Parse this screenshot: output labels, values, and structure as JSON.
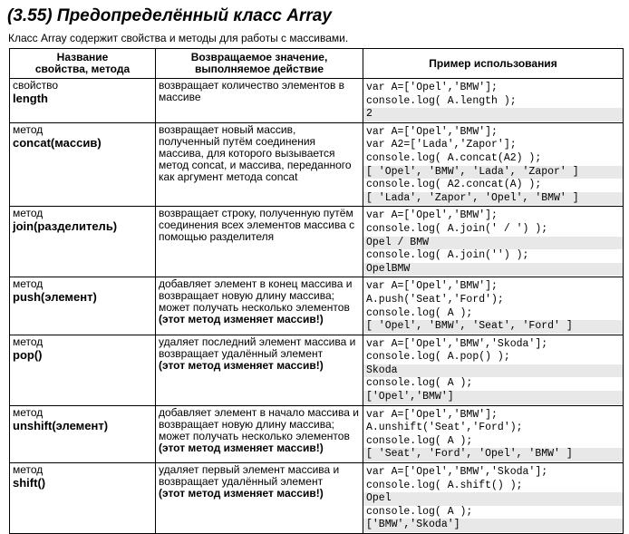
{
  "header": {
    "title": "(3.55) Предопределённый класс Array",
    "subtitle": "Класс Array содержит свойства и методы для работы с массивами."
  },
  "table": {
    "columns": [
      "Название\nсвойства, метода",
      "Возвращаемое значение,\nвыполняемое действие",
      "Пример использования"
    ],
    "rows": [
      {
        "kind": "свойство",
        "name": "length",
        "desc": "возвращает количество элементов в массиве",
        "note": "",
        "lines": [
          {
            "t": "code",
            "v": "var A=['Opel','BMW'];"
          },
          {
            "t": "code",
            "v": "console.log( A.length );"
          },
          {
            "t": "out",
            "v": "2"
          }
        ]
      },
      {
        "kind": "метод",
        "name": "concat(массив)",
        "desc": "возвращает новый массив, полученный путём соединения массива, для которого вызывается метод concat, и массива, переданного как аргумент метода concat",
        "note": "",
        "lines": [
          {
            "t": "code",
            "v": "var A=['Opel','BMW'];"
          },
          {
            "t": "code",
            "v": "var A2=['Lada','Zapor'];"
          },
          {
            "t": "code",
            "v": "console.log( A.concat(A2) );"
          },
          {
            "t": "out",
            "v": "[ 'Opel', 'BMW', 'Lada', 'Zapor' ]"
          },
          {
            "t": "code",
            "v": "console.log( A2.concat(A) );"
          },
          {
            "t": "out",
            "v": "[ 'Lada', 'Zapor', 'Opel', 'BMW' ]"
          }
        ]
      },
      {
        "kind": "метод",
        "name": "join(разделитель)",
        "desc": "возвращает строку, полученную путём соединения всех элементов массива с помощью разделителя",
        "note": "",
        "lines": [
          {
            "t": "code",
            "v": "var A=['Opel','BMW'];"
          },
          {
            "t": "code",
            "v": "console.log( A.join(' / ') );"
          },
          {
            "t": "out",
            "v": "Opel / BMW"
          },
          {
            "t": "code",
            "v": "console.log( A.join('') );"
          },
          {
            "t": "out",
            "v": "OpelBMW"
          }
        ]
      },
      {
        "kind": "метод",
        "name": "push(элемент)",
        "desc": "добавляет элемент в конец массива и возвращает новую длину массива; может получать несколько элементов",
        "note": "(этот метод изменяет массив!)",
        "lines": [
          {
            "t": "code",
            "v": "var A=['Opel','BMW'];"
          },
          {
            "t": "code",
            "v": "A.push('Seat','Ford');"
          },
          {
            "t": "code",
            "v": "console.log( A );"
          },
          {
            "t": "out",
            "v": "[ 'Opel', 'BMW', 'Seat', 'Ford' ]"
          }
        ]
      },
      {
        "kind": "метод",
        "name": "pop()",
        "desc": "удаляет последний элемент массива и возвращает удалённый элемент",
        "note": "(этот метод изменяет массив!)",
        "lines": [
          {
            "t": "code",
            "v": "var A=['Opel','BMW','Skoda'];"
          },
          {
            "t": "code",
            "v": "console.log( A.pop() );"
          },
          {
            "t": "out",
            "v": "Skoda"
          },
          {
            "t": "code",
            "v": "console.log( A );"
          },
          {
            "t": "out",
            "v": "['Opel','BMW']"
          }
        ]
      },
      {
        "kind": "метод",
        "name": "unshift(элемент)",
        "desc": "добавляет элемент в начало массива и возвращает новую длину массива; может получать несколько элементов",
        "note": "(этот метод изменяет массив!)",
        "lines": [
          {
            "t": "code",
            "v": "var A=['Opel','BMW'];"
          },
          {
            "t": "code",
            "v": "A.unshift('Seat','Ford');"
          },
          {
            "t": "code",
            "v": "console.log( A );"
          },
          {
            "t": "out",
            "v": "[ 'Seat', 'Ford', 'Opel', 'BMW' ]"
          }
        ]
      },
      {
        "kind": "метод",
        "name": "shift()",
        "desc": "удаляет первый элемент массива и возвращает удалённый элемент",
        "note": "(этот метод изменяет массив!)",
        "lines": [
          {
            "t": "code",
            "v": "var A=['Opel','BMW','Skoda'];"
          },
          {
            "t": "code",
            "v": "console.log( A.shift() );"
          },
          {
            "t": "out",
            "v": "Opel"
          },
          {
            "t": "code",
            "v": "console.log( A );"
          },
          {
            "t": "out",
            "v": "['BMW','Skoda']"
          }
        ]
      }
    ]
  }
}
